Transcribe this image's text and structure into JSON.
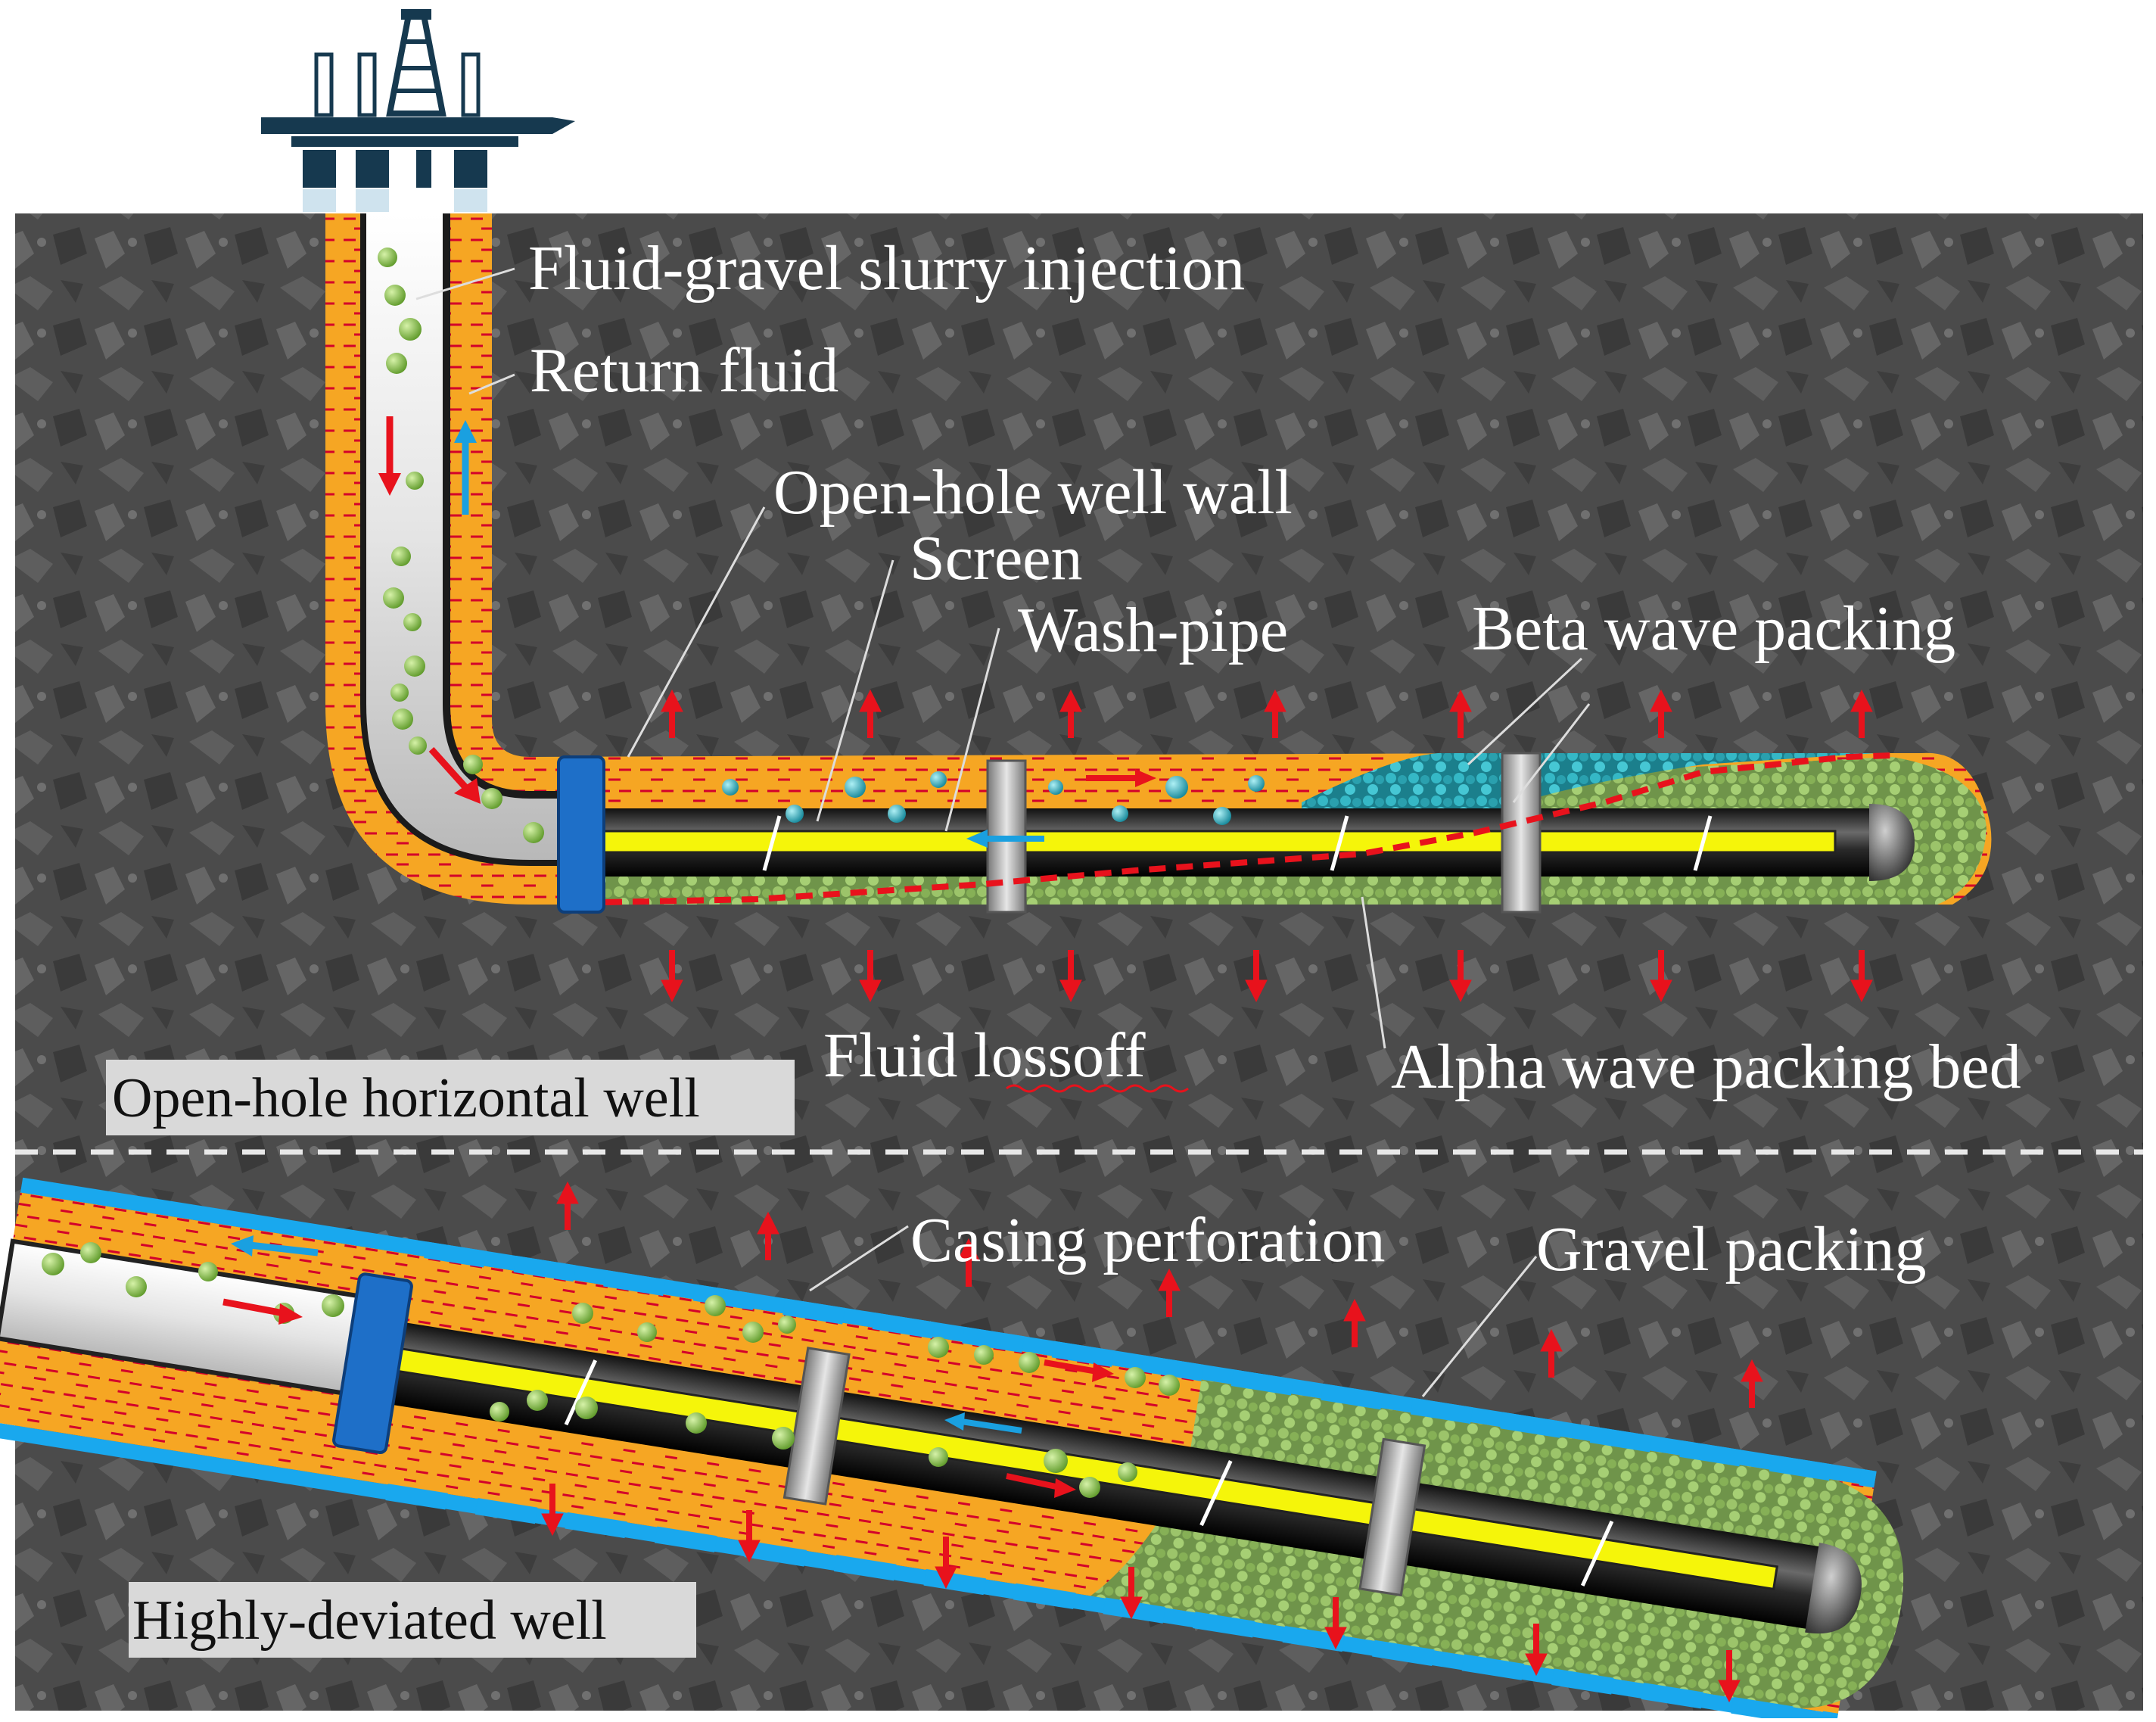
{
  "labels": {
    "slurry_injection": "Fluid-gravel slurry injection",
    "return_fluid": "Return fluid",
    "open_hole_wall": "Open-hole well wall",
    "screen": "Screen",
    "wash_pipe": "Wash-pipe",
    "beta_wave": "Beta wave packing",
    "fluid_loss": "Fluid lossoff",
    "alpha_wave": "Alpha wave packing bed",
    "casing_perforation": "Casing perforation",
    "gravel_packing": "Gravel packing"
  },
  "panels": {
    "top_title": "Open-hole horizontal well",
    "bottom_title": "Highly-deviated well"
  },
  "colors": {
    "rock": "#4a4a4a",
    "annulus_fluid": "#f6a623",
    "dash": "#d3002b",
    "screen": "#2b2b2b",
    "wash_pipe": "#f5f50a",
    "packer": "#1e6fc8",
    "casing": "#19a8ee",
    "alpha_gravel": "#8fb85a",
    "beta_gravel": "#2aa9b8",
    "flow_red": "#e8121c",
    "flow_blue": "#1aa0e0",
    "rig": "#16394f"
  }
}
